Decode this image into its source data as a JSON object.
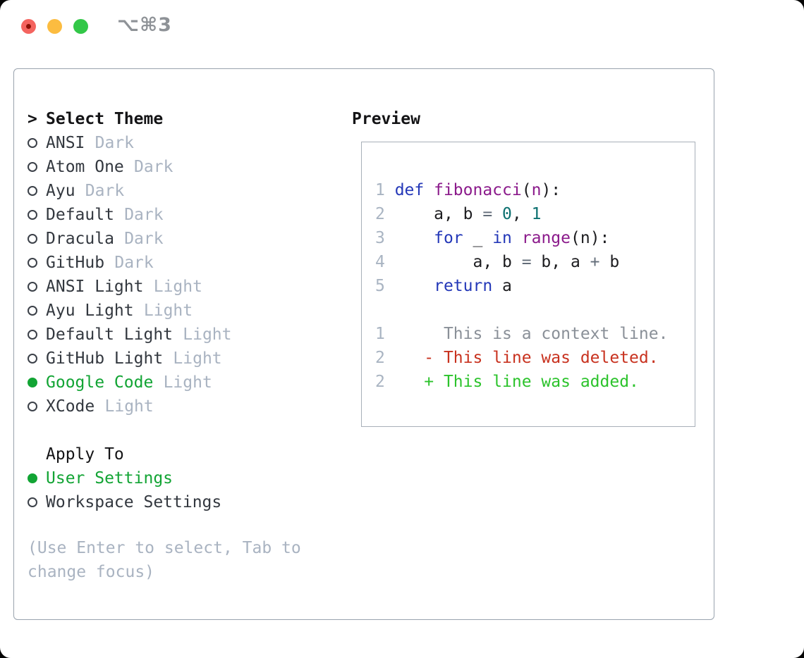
{
  "window": {
    "shortcut_label": "⌥⌘3",
    "traffic_lights": {
      "close_color": "#f4645f",
      "close_dot_color": "#8c1207",
      "minimize_color": "#fcbc40",
      "zoom_color": "#33c748"
    }
  },
  "theme_panel": {
    "title": "Select Theme",
    "cursor": ">",
    "selected_color": "#12a434",
    "themes": [
      {
        "name": "ANSI",
        "variant": "Dark",
        "selected": false
      },
      {
        "name": "Atom One",
        "variant": "Dark",
        "selected": false
      },
      {
        "name": "Ayu",
        "variant": "Dark",
        "selected": false
      },
      {
        "name": "Default",
        "variant": "Dark",
        "selected": false
      },
      {
        "name": "Dracula",
        "variant": "Dark",
        "selected": false
      },
      {
        "name": "GitHub",
        "variant": "Dark",
        "selected": false
      },
      {
        "name": "ANSI Light",
        "variant": "Light",
        "selected": false
      },
      {
        "name": "Ayu Light",
        "variant": "Light",
        "selected": false
      },
      {
        "name": "Default Light",
        "variant": "Light",
        "selected": false
      },
      {
        "name": "GitHub Light",
        "variant": "Light",
        "selected": false
      },
      {
        "name": "Google Code",
        "variant": "Light",
        "selected": true
      },
      {
        "name": "XCode",
        "variant": "Light",
        "selected": false
      }
    ],
    "apply_to": {
      "title": "Apply To",
      "options": [
        {
          "label": "User Settings",
          "selected": true
        },
        {
          "label": "Workspace Settings",
          "selected": false
        }
      ]
    },
    "help_text": "(Use Enter to select, Tab to change focus)"
  },
  "preview": {
    "title": "Preview",
    "syntax_colors": {
      "keyword": "#2438b8",
      "function": "#8b1a8b",
      "number": "#0c7070",
      "plain": "#1d1d20",
      "operator": "#636d79",
      "line_number": "#a9b4c2",
      "context": "#8a9098",
      "deleted": "#c8321f",
      "added": "#2cc32c"
    },
    "code_lines": [
      {
        "num": "1",
        "segments": [
          [
            "keyword",
            "def "
          ],
          [
            "function",
            "fibonacci"
          ],
          [
            "plain",
            "("
          ],
          [
            "function",
            "n"
          ],
          [
            "plain",
            "):"
          ]
        ]
      },
      {
        "num": "2",
        "segments": [
          [
            "plain",
            "    a, b "
          ],
          [
            "operator",
            "="
          ],
          [
            "plain",
            " "
          ],
          [
            "number",
            "0"
          ],
          [
            "plain",
            ", "
          ],
          [
            "number",
            "1"
          ]
        ]
      },
      {
        "num": "3",
        "segments": [
          [
            "plain",
            "    "
          ],
          [
            "keyword",
            "for"
          ],
          [
            "plain",
            " _ "
          ],
          [
            "keyword",
            "in"
          ],
          [
            "plain",
            " "
          ],
          [
            "function",
            "range"
          ],
          [
            "plain",
            "(n):"
          ]
        ]
      },
      {
        "num": "4",
        "segments": [
          [
            "plain",
            "        a, b "
          ],
          [
            "operator",
            "="
          ],
          [
            "plain",
            " b, a "
          ],
          [
            "operator",
            "+"
          ],
          [
            "plain",
            " b"
          ]
        ]
      },
      {
        "num": "5",
        "segments": [
          [
            "plain",
            "    "
          ],
          [
            "keyword",
            "return"
          ],
          [
            "plain",
            " a"
          ]
        ]
      }
    ],
    "diff_lines": [
      {
        "num": "1",
        "marker": " ",
        "text": "This is a context line.",
        "type": "context"
      },
      {
        "num": "2",
        "marker": "-",
        "text": "This line was deleted.",
        "type": "deleted"
      },
      {
        "num": "2",
        "marker": "+",
        "text": "This line was added.",
        "type": "added"
      }
    ]
  }
}
